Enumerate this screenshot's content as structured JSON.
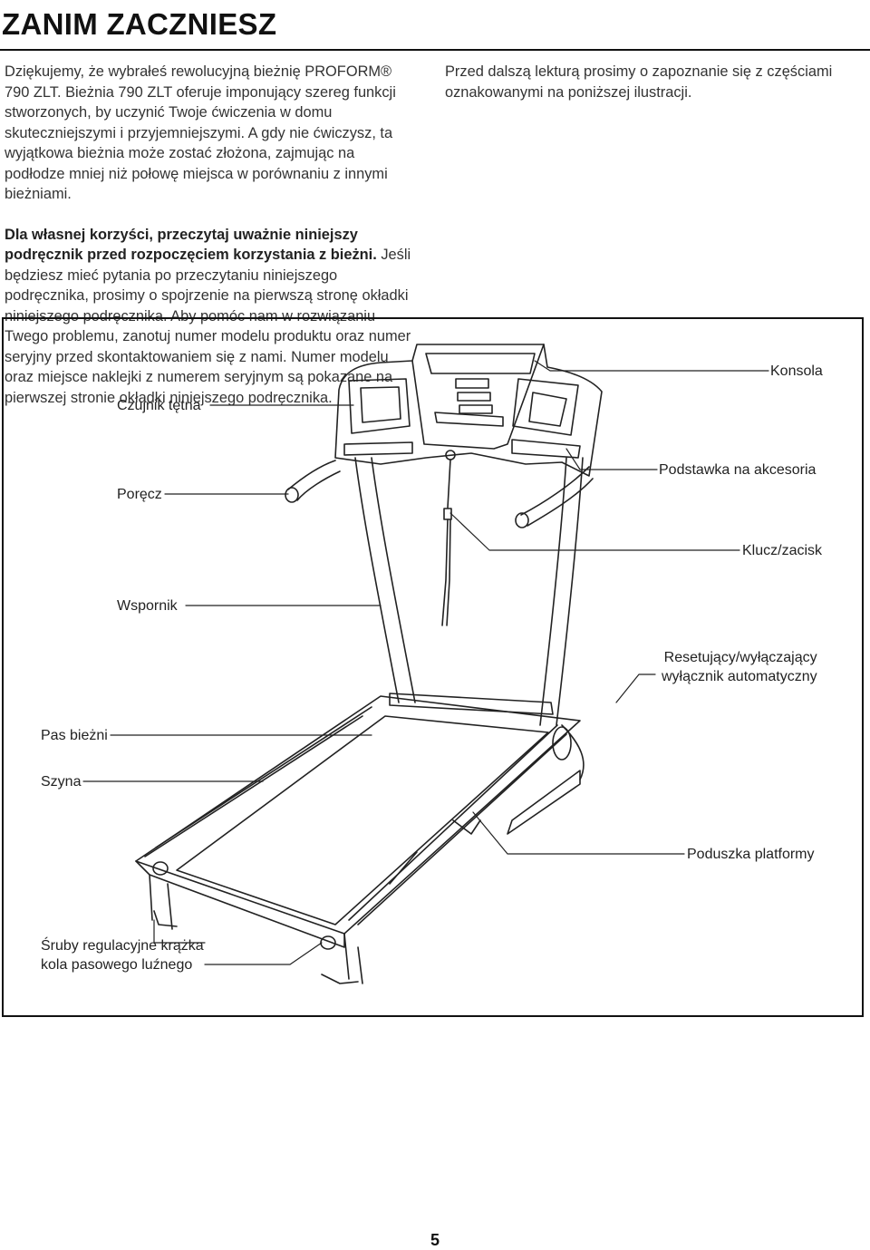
{
  "header": {
    "title": "ZANIM ZACZNIESZ"
  },
  "intro": {
    "p1": "Dziękujemy, że wybrałeś rewolucyjną bieżnię PROFORM® 790 ZLT. Bieżnia 790 ZLT oferuje imponujący szereg funkcji stworzonych, by uczynić Twoje ćwiczenia w domu skuteczniejszymi i przyjemniejszymi. A gdy nie ćwiczysz, ta wyjątkowa bieżnia może zostać złożona, zajmując na podłodze mniej niż połowę miejsca w porównaniu z innymi bieżniami.",
    "p2_bold": "Dla własnej korzyści, przeczytaj uważnie niniejszy podręcznik przed rozpoczęciem korzystania z bieżni.",
    "p2_rest": " Jeśli będziesz mieć pytania po przeczytaniu niniejszego podręcznika, prosimy o spojrzenie na pierwszą stronę okładki niniejszego podręcznika. Aby pomóc nam w rozwiązaniu Twego problemu, zanotuj numer modelu produktu oraz numer seryjny przed skontaktowaniem się z nami. Numer modelu oraz miejsce naklejki z numerem seryjnym są pokazane na pierwszej stronie okładki niniejszego podręcznika.",
    "p3": "Przed dalszą lekturą prosimy o zapoznanie się z częściami oznakowanymi na poniższej ilustracji."
  },
  "labels": {
    "konsola": "Konsola",
    "czujnik": "Czujnik tętna",
    "porecz": "Poręcz",
    "podstawka": "Podstawka na akcesoria",
    "klucz": "Klucz/zacisk",
    "wspornik": "Wspornik",
    "resetujacy": "Resetujący/wyłączający\nwyłącznik automatyczny",
    "pas": "Pas bieżni",
    "szyna": "Szyna",
    "poduszka": "Poduszka platformy",
    "sruby": "Śruby regulacyjne krążka\nkola pasowego luźnego"
  },
  "footer": {
    "page_number": "5"
  }
}
